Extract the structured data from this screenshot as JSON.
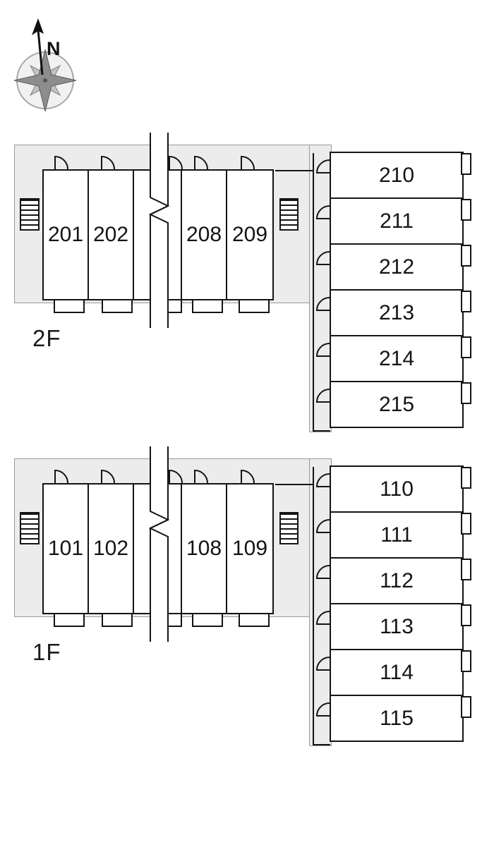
{
  "compass": {
    "north_label": "N"
  },
  "floors": [
    {
      "label": "2F",
      "h_rooms": [
        "201",
        "202",
        "208",
        "209"
      ],
      "v_rooms": [
        "210",
        "211",
        "212",
        "213",
        "214",
        "215"
      ]
    },
    {
      "label": "1F",
      "h_rooms": [
        "101",
        "102",
        "108",
        "109"
      ],
      "v_rooms": [
        "110",
        "111",
        "112",
        "113",
        "114",
        "115"
      ]
    }
  ],
  "colors": {
    "wall": "#141414",
    "floor-bg": "#ececec",
    "outline": "#9a9a9a",
    "label": "#1a1a1a"
  }
}
